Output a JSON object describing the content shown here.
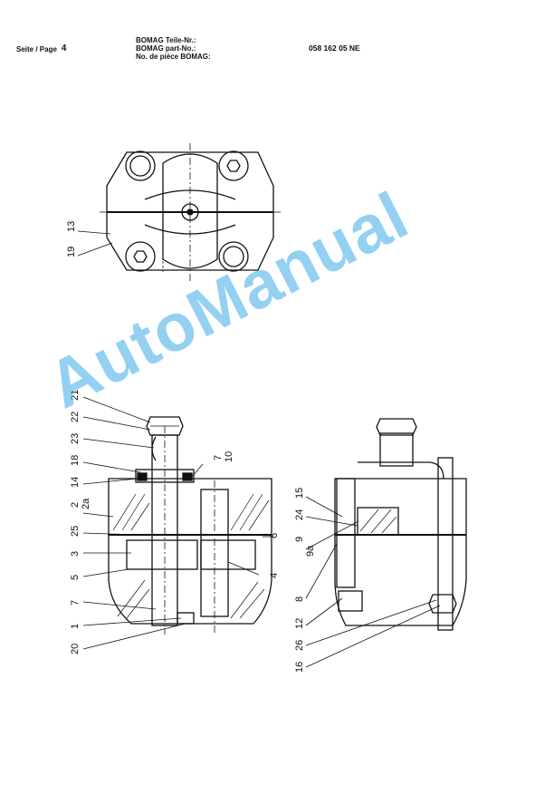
{
  "header": {
    "page_label": "Seite / Page",
    "page_number": "4",
    "part_labels": [
      "BOMAG Teile-Nr.:",
      "BOMAG part-No.:",
      "No. de pièce BOMAG:"
    ],
    "part_number": "058 162 05 NE"
  },
  "top_view_callouts": [
    "13",
    "19"
  ],
  "left_section_callouts": [
    "21",
    "22",
    "23",
    "18",
    "14",
    "2",
    "2a",
    "25",
    "3",
    "5",
    "7",
    "1",
    "20",
    "7",
    "10",
    "6",
    "4"
  ],
  "right_section_callouts": [
    "15",
    "24",
    "9",
    "9a",
    "8",
    "12",
    "26",
    "16"
  ],
  "watermark": "AutoManual",
  "colors": {
    "watermark": "#3caae6",
    "ink": "#111111"
  }
}
